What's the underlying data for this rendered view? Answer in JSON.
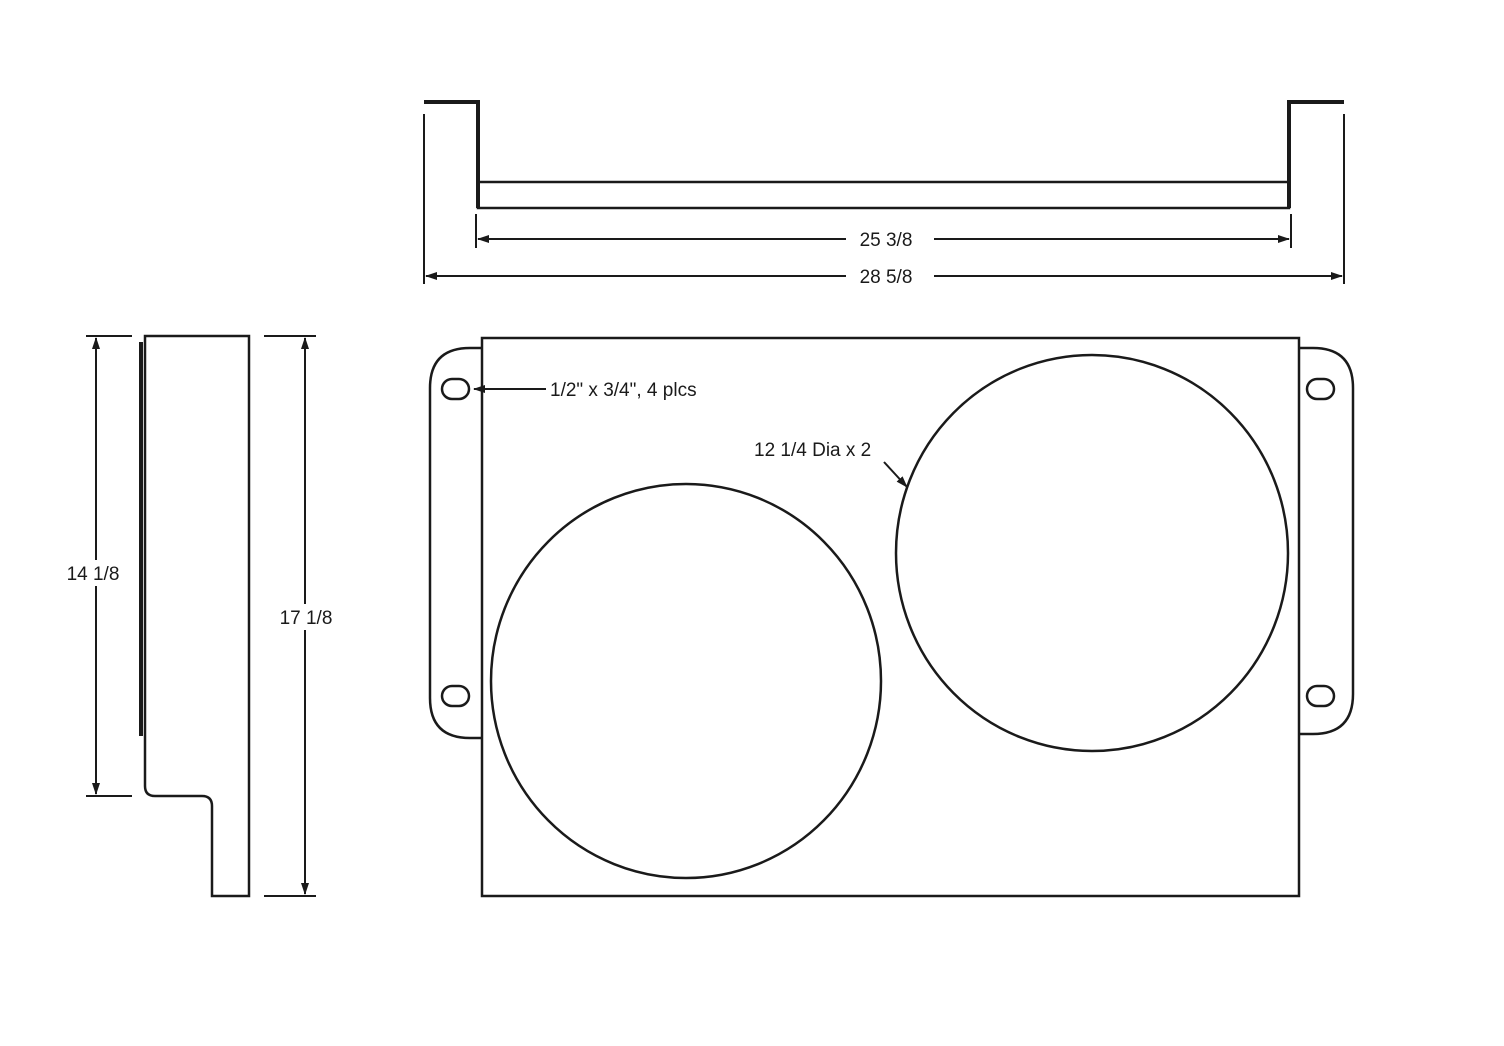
{
  "drawing": {
    "dimensions": {
      "inner_width": "25 3/8",
      "outer_width": "28 5/8",
      "inner_height": "14 1/8",
      "outer_height": "17 1/8"
    },
    "callouts": {
      "slot": "1/2\" x 3/4\", 4 plcs",
      "holes": "12 1/4 Dia x 2"
    },
    "line_color": "#1a1a1a",
    "background": "#ffffff"
  }
}
